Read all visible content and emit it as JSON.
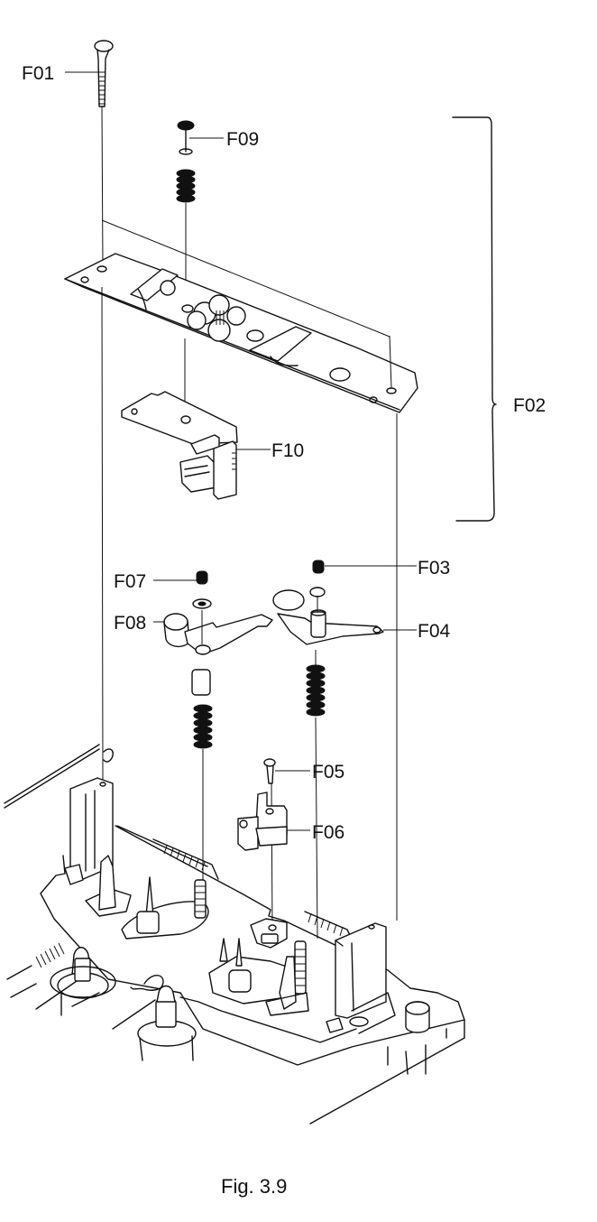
{
  "figure": {
    "caption": "Fig. 3.9",
    "ink_color": "#111111",
    "background": "#ffffff"
  },
  "labels": {
    "F01": "F01",
    "F02": "F02",
    "F03": "F03",
    "F04": "F04",
    "F05": "F05",
    "F06": "F06",
    "F07": "F07",
    "F08": "F08",
    "F09": "F09",
    "F10": "F10"
  },
  "parts": [
    {
      "id": "F01",
      "kind": "long screw"
    },
    {
      "id": "F02",
      "kind": "top plate assembly (bracketed F09–F10 group)"
    },
    {
      "id": "F03",
      "kind": "nut"
    },
    {
      "id": "F04",
      "kind": "right lever arm"
    },
    {
      "id": "F05",
      "kind": "small screw"
    },
    {
      "id": "F06",
      "kind": "switch bracket"
    },
    {
      "id": "F07",
      "kind": "nut"
    },
    {
      "id": "F08",
      "kind": "left lever arm"
    },
    {
      "id": "F09",
      "kind": "screw with washer and spring"
    },
    {
      "id": "F10",
      "kind": "sensor bracket"
    }
  ]
}
